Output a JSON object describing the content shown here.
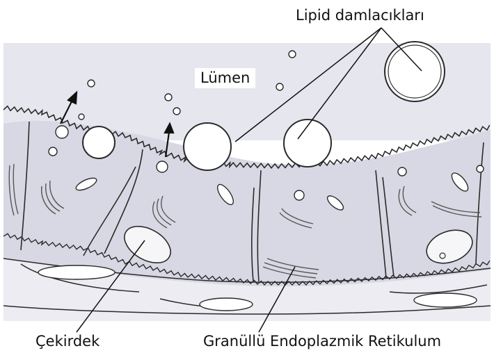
{
  "labels": {
    "lipid_droplets": "Lipid damlacıkları",
    "lumen": "Lümen",
    "nucleus": "Çekirdek",
    "rough_er": "Granüllü Endoplazmik Retikulum"
  },
  "colors": {
    "background": "#ffffff",
    "lumen_fill": "#e6e6ee",
    "cytoplasm_fill": "#d8d8e4",
    "line": "#2a2a2a"
  }
}
